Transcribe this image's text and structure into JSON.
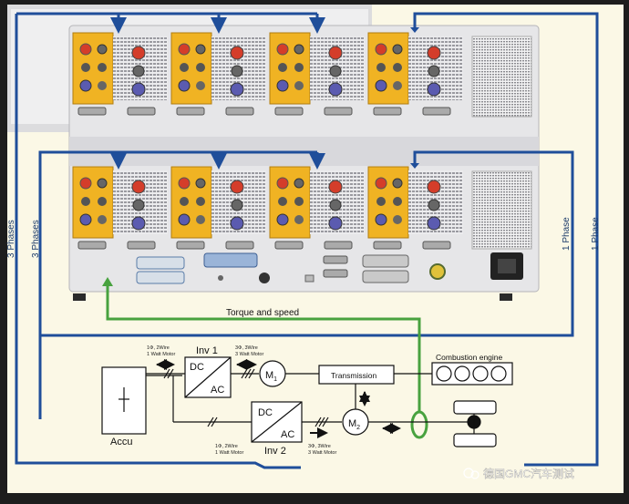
{
  "labels": {
    "three_phases_outer": "3 Phases",
    "three_phases_inner": "3 Phases",
    "one_phase_inner": "1 Phase",
    "one_phase_outer": "1 Phase",
    "torque_speed": "Torque and speed"
  },
  "blocks": {
    "accu": "Accu",
    "inv1": "Inv 1",
    "inv2": "Inv 2",
    "dc": "DC",
    "ac": "AC",
    "m1": "M",
    "m1_sub": "1",
    "m2": "M",
    "m2_sub": "2",
    "transmission": "Transmission",
    "combustion": "Combustion engine"
  },
  "wire_notes": {
    "inv1_in_1": "1Φ, 2Wire",
    "inv1_in_2": "1 Watt Motor",
    "inv1_out_1": "3Φ, 3Wire",
    "inv1_out_2": "3 Watt Motor",
    "inv2_in_1": "1Φ, 2Wire",
    "inv2_in_2": "1 Watt Motor",
    "inv2_out_1": "3Φ, 3Wire",
    "inv2_out_2": "3 Watt Motor"
  },
  "watermark": "德国GMC汽车测试",
  "colors": {
    "blue_line": "#1f4e9a",
    "green_line": "#48a23f",
    "module_orange": "#f0b323",
    "chassis": "#e6e6e8",
    "canvas": "#fbf8e6"
  }
}
